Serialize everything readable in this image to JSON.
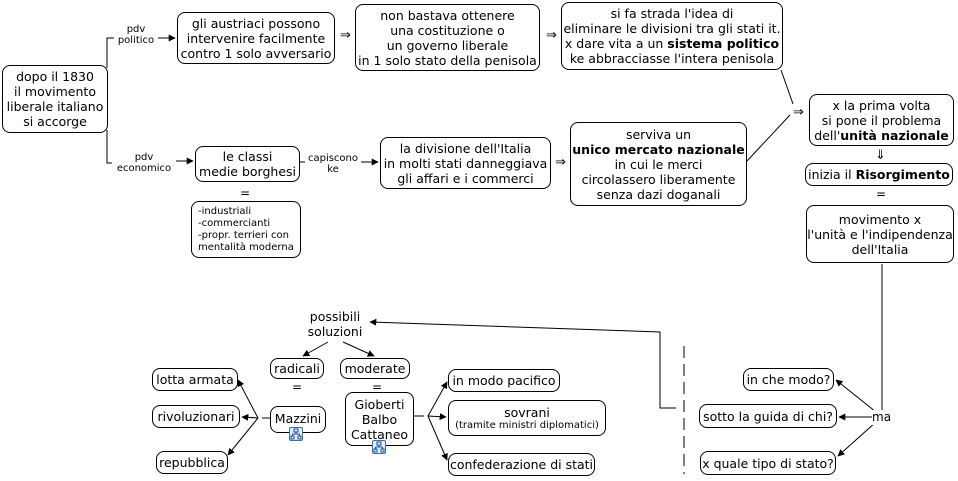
{
  "nodes": {
    "start": [
      "dopo il 1830",
      "il movimento",
      "liberale italiano",
      "si accorge"
    ],
    "austriaci": [
      "gli austriaci possono",
      "intervenire facilmente",
      "contro 1 solo avversario"
    ],
    "costituzione": [
      "non bastava ottenere",
      "una costituzione o",
      "un governo liberale",
      "in 1 solo stato della penisola"
    ],
    "divisioni_1": "si fa strada l'idea di",
    "divisioni_2": "eliminare le divisioni tra gli stati it.",
    "divisioni_3a": "x dare vita a un ",
    "divisioni_3b": "sistema politico",
    "divisioni_4": "ke abbracciasse l'intera penisola",
    "classi": [
      "le classi",
      "medie borghesi"
    ],
    "classi_list": [
      "-industriali",
      "-commercianti",
      "-propr. terrieri con",
      " mentalità moderna"
    ],
    "divisione": [
      "la divisione dell'Italia",
      "in molti stati danneggiava",
      "gli affari e i commerci"
    ],
    "mercato_1": "serviva un",
    "mercato_2": "unico mercato nazionale",
    "mercato_3": "in cui le merci",
    "mercato_4": "circolassero liberamente",
    "mercato_5": "senza dazi doganali",
    "unita_1": "x la prima volta",
    "unita_2": "si pone il problema",
    "unita_3a": "dell'",
    "unita_3b": "unità nazionale",
    "risorg_a": "inizia il ",
    "risorg_b": "Risorgimento",
    "movimento": [
      "movimento x",
      "l'unità e l'indipendenza",
      "dell'Italia"
    ],
    "soluzioni": [
      "possibili",
      "soluzioni"
    ],
    "radicali": "radicali",
    "moderate": "moderate",
    "mazzini": "Mazzini",
    "gioberti": [
      "Gioberti",
      "Balbo",
      "Cattaneo"
    ],
    "lotta": "lotta armata",
    "rivoluzionari": "rivoluzionari",
    "repubblica": "repubblica",
    "pacifico": "in modo pacifico",
    "sovrani": "sovrani",
    "sovrani_sub": "(tramite ministri diplomatici)",
    "confederazione": "confederazione di stati",
    "modo": "in che modo?",
    "guida": "sotto la guida di chi?",
    "stato": "x quale tipo di stato?",
    "ma": "ma"
  },
  "labels": {
    "pdv_politico": [
      "pdv",
      "politico"
    ],
    "pdv_economico": [
      "pdv",
      "economico"
    ],
    "capiscono": [
      "capiscono",
      "ke"
    ],
    "equals": "=",
    "implies": "⇒",
    "down_implies": "⇓"
  },
  "icons": [
    "concept-map-icon",
    "concept-map-icon"
  ]
}
